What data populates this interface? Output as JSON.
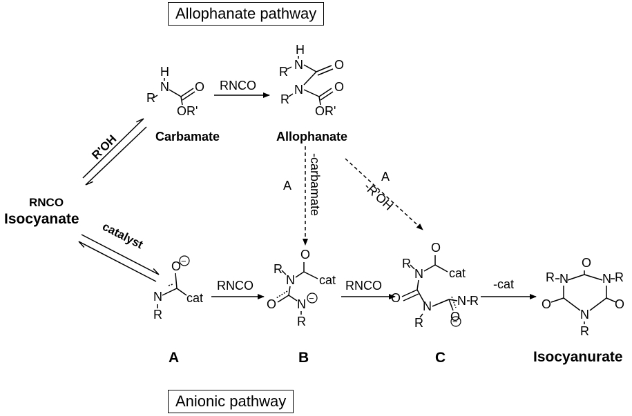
{
  "titles": {
    "top": "Allophanate pathway",
    "bottom": "Anionic pathway"
  },
  "compounds": {
    "isocyanate_formula": "RNCO",
    "isocyanate_name": "Isocyanate",
    "carbamate_name": "Carbamate",
    "allophanate_name": "Allophanate",
    "a_label": "A",
    "b_label": "B",
    "c_label": "C",
    "isocyanurate_name": "Isocyanurate"
  },
  "arrows": {
    "r_oh": "R'OH",
    "carbamate_to_allophanate": "RNCO",
    "catalyst": "catalyst",
    "down_reagent": "A",
    "down_condition": "-carbamate",
    "diag_reagent": "A",
    "diag_condition": "-R'OH",
    "a_to_b": "RNCO",
    "b_to_c": "RNCO",
    "c_to_iso": "-cat"
  },
  "atoms": {
    "R": "R",
    "Rp": "R'",
    "H": "H",
    "N": "N",
    "O": "O",
    "ORp": "OR'",
    "cat": "cat",
    "minus": "−"
  }
}
